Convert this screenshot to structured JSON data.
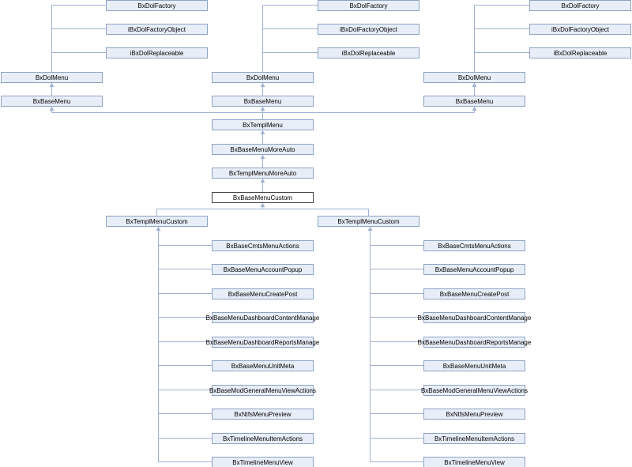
{
  "diagram": {
    "nodes": {
      "f1": "BxDolFactory",
      "f2": "BxDolFactory",
      "f3": "BxDolFactory",
      "o1": "iBxDolFactoryObject",
      "o2": "iBxDolFactoryObject",
      "o3": "iBxDolFactoryObject",
      "r1": "iBxDolReplaceable",
      "r2": "iBxDolReplaceable",
      "r3": "iBxDolReplaceable",
      "m1": "BxDolMenu",
      "m2": "BxDolMenu",
      "m3": "BxDolMenu",
      "b1": "BxBaseMenu",
      "b2": "BxBaseMenu",
      "b3": "BxBaseMenu",
      "templMenu": "BxTemplMenu",
      "baseMoreAuto": "BxBaseMenuMoreAuto",
      "templMoreAuto": "BxTemplMenuMoreAuto",
      "baseCustom": "BxBaseMenuCustom",
      "tcL": "BxTemplMenuCustom",
      "tcR": "BxTemplMenuCustom"
    },
    "children": [
      "BxBaseCmtsMenuActions",
      "BxBaseMenuAccountPopup",
      "BxBaseMenuCreatePost",
      "BxBaseMenuDashboardContentManage",
      "BxBaseMenuDashboardReportsManage",
      "BxBaseMenuUnitMeta",
      "BxBaseModGeneralMenuViewActions",
      "BxNtfsMenuPreview",
      "BxTimelineMenuItemActions",
      "BxTimelineMenuView"
    ],
    "colors": {
      "node_fill": "#e8eef7",
      "node_border": "#8ea3c4",
      "edge": "#9fb1d2",
      "highlight_border": "#444444"
    }
  }
}
